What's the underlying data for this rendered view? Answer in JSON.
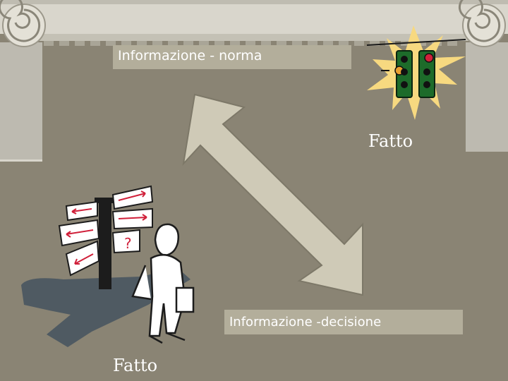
{
  "slide": {
    "top_label": "Informazione - norma",
    "bottom_label": "Informazione -decisione",
    "fact_top": "Fatto",
    "fact_bottom": "Fatto",
    "signpost_question": "?"
  },
  "colors": {
    "background": "#8a8474",
    "label_box": "#b3ae9b",
    "arrow": "#cfcab7",
    "frieze": "#d9d6cc",
    "sunburst": "#f7d980",
    "shadow": "#4f5a62"
  },
  "icons": [
    "scroll-frieze",
    "traffic-light-icon",
    "double-arrow",
    "signpost-man-illustration"
  ]
}
